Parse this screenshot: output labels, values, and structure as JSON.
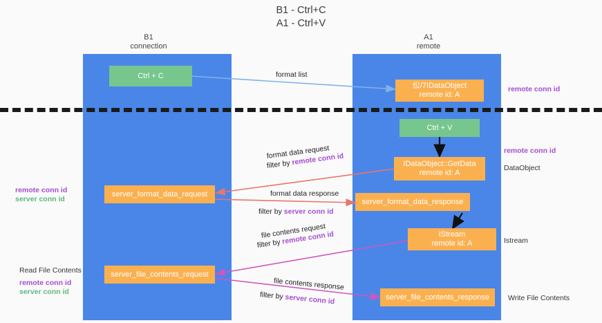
{
  "title": "B1 - Ctrl+C\nA1 - Ctrl+V",
  "columns": {
    "left": "B1\nconnection",
    "right": "A1\nremote"
  },
  "nodes": {
    "ctrl_c": "Ctrl + C",
    "data_object_remote": "伀/7IDataObject\nremote id: A",
    "ctrl_v": "Ctrl + V",
    "get_data": "IDataObject::GetData\nremote id: A",
    "server_format_data_request": "server_format_data_request",
    "server_format_data_response": "server_format_data_response",
    "istream_node": "IStream\nremote id: A",
    "server_file_contents_request": "server_file_contents_request",
    "server_file_contents_response": "server_file_contents_response"
  },
  "edges": {
    "format_list": "format list",
    "format_data_request": "format data request",
    "format_data_request_filter_prefix": "filter by ",
    "format_data_request_filter_key": "remote conn id",
    "format_data_response": "format data response",
    "format_data_response_filter_prefix": "filter by ",
    "format_data_response_filter_key": "server conn id",
    "file_contents_request": "file contents request",
    "file_contents_request_filter_prefix": "filter by ",
    "file_contents_request_filter_key": "remote conn id",
    "file_contents_response": "file contents response",
    "file_contents_response_filter_prefix": "filter by ",
    "file_contents_response_filter_key": "server conn id"
  },
  "annotations": {
    "right_remote_conn_id_top": "remote conn id",
    "right_remote_conn_id_mid": "remote conn id",
    "right_data_object": "DataObject",
    "right_istream": "Istream",
    "right_write_file_contents": "Write File Contents",
    "left_remote_conn_id": "remote conn id",
    "left_server_conn_id": "server conn id",
    "left_read_file_contents": "Read File Contents",
    "left_remote_conn_id_2": "remote conn id",
    "left_server_conn_id_2": "server conn id"
  },
  "colors": {
    "lane": "#4a86e8",
    "green_node": "#76c68e",
    "orange_node": "#fbb050",
    "purple": "#a64dd1",
    "green_text": "#5fb87c",
    "blue_arrow": "#7fb3e8",
    "red_arrow": "#e8766a",
    "magenta_arrow": "#cf56c0",
    "black_arrow": "#111111"
  }
}
